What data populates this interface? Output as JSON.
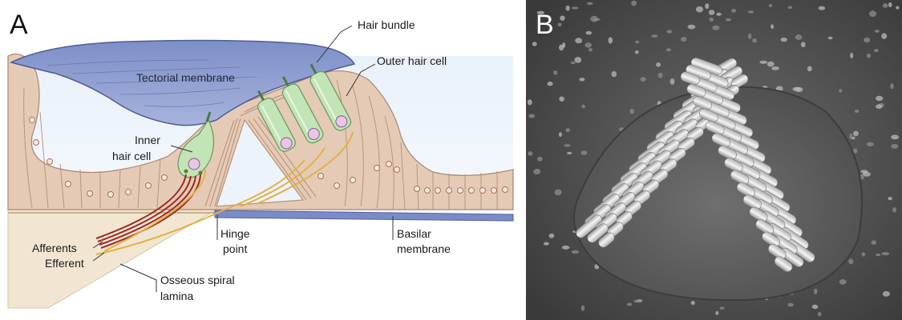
{
  "panels": {
    "a": {
      "letter": "A"
    },
    "b": {
      "letter": "B"
    }
  },
  "labels": {
    "hair_bundle": "Hair bundle",
    "outer_hair_cell": "Outer hair cell",
    "tectorial_membrane": "Tectorial membrane",
    "inner_hair_cell_line1": "Inner",
    "inner_hair_cell_line2": "hair cell",
    "afferents": "Afferents",
    "efferent": "Efferent",
    "hinge_point_line1": "Hinge",
    "hinge_point_line2": "point",
    "basilar_membrane_line1": "Basilar",
    "basilar_membrane_line2": "membrane",
    "osseous_spiral_lamina_line1": "Osseous spiral",
    "osseous_spiral_lamina_line2": "lamina"
  },
  "colors": {
    "tectorial": "#8f9fce",
    "tectorial_dark": "#5b6aa3",
    "tissue": "#e3c9b4",
    "tissue_dark": "#a07f6b",
    "hair_cell": "#bfe0b4",
    "hair_cell_dark": "#6d9b63",
    "afferent": "#9e2a24",
    "efferent": "#e7b74a",
    "basilar": "#7a8cc8",
    "bone": "#f0e2cb",
    "micrograph_bg": "#555555",
    "stereocilia": "#e8e8e8"
  }
}
